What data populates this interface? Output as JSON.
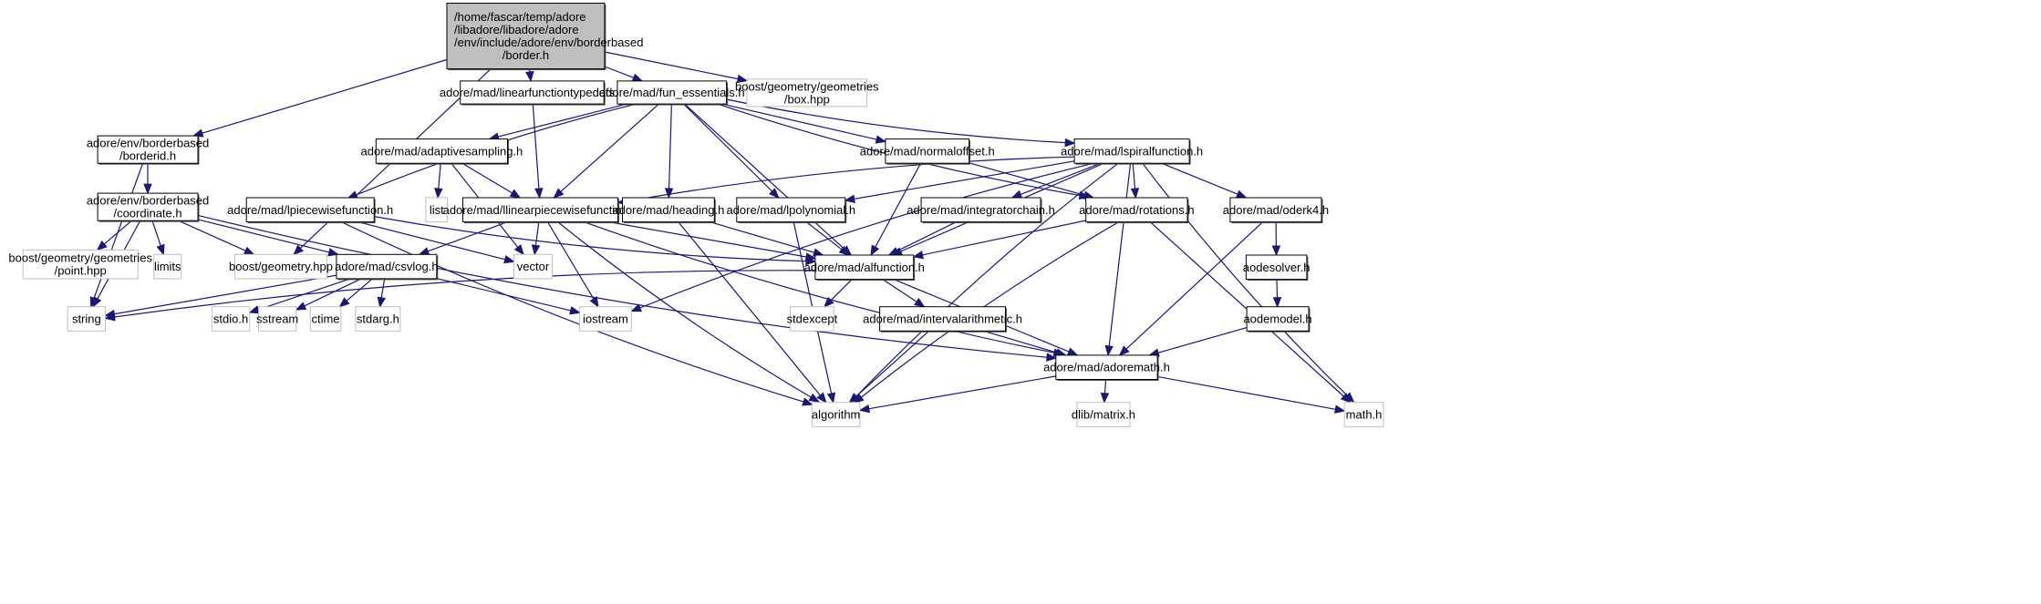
{
  "title": "Include dependency graph for border.h",
  "colors": {
    "edge": "#191970",
    "root_fill": "#bfbfbf",
    "local_border": "#000000",
    "system_border": "#bfbfbf"
  },
  "nodes": [
    {
      "id": "border",
      "kind": "root",
      "lines": [
        "/home/fascar/temp/adore",
        "/libadore/libadore/adore",
        "/env/include/adore/env/borderbased",
        "/border.h"
      ]
    },
    {
      "id": "linearfunctiontypedefs",
      "kind": "local",
      "lines": [
        "adore/mad/linearfunctiontypedefs.h"
      ]
    },
    {
      "id": "fun_essentials",
      "kind": "local",
      "lines": [
        "adore/mad/fun_essentials.h"
      ]
    },
    {
      "id": "box",
      "kind": "sys",
      "lines": [
        "boost/geometry/geometries",
        "/box.hpp"
      ]
    },
    {
      "id": "borderid",
      "kind": "local",
      "lines": [
        "adore/env/borderbased",
        "/borderid.h"
      ]
    },
    {
      "id": "adaptivesampling",
      "kind": "local",
      "lines": [
        "adore/mad/adaptivesampling.h"
      ]
    },
    {
      "id": "normaloffset",
      "kind": "local",
      "lines": [
        "adore/mad/normaloffset.h"
      ]
    },
    {
      "id": "lspiralfunction",
      "kind": "local",
      "lines": [
        "adore/mad/lspiralfunction.h"
      ]
    },
    {
      "id": "coordinate",
      "kind": "local",
      "lines": [
        "adore/env/borderbased",
        "/coordinate.h"
      ]
    },
    {
      "id": "lpiecewisefunction",
      "kind": "local",
      "lines": [
        "adore/mad/lpiecewisefunction.h"
      ]
    },
    {
      "id": "list",
      "kind": "sys",
      "lines": [
        "list"
      ]
    },
    {
      "id": "llinearpiecewisefunction",
      "kind": "local",
      "lines": [
        "adore/mad/llinearpiecewisefunction.h"
      ]
    },
    {
      "id": "heading",
      "kind": "local",
      "lines": [
        "adore/mad/heading.h"
      ]
    },
    {
      "id": "lpolynomial",
      "kind": "local",
      "lines": [
        "adore/mad/lpolynomial.h"
      ]
    },
    {
      "id": "integratorchain",
      "kind": "local",
      "lines": [
        "adore/mad/integratorchain.h"
      ]
    },
    {
      "id": "rotations",
      "kind": "local",
      "lines": [
        "adore/mad/rotations.h"
      ]
    },
    {
      "id": "oderk4",
      "kind": "local",
      "lines": [
        "adore/mad/oderk4.h"
      ]
    },
    {
      "id": "point",
      "kind": "sys",
      "lines": [
        "boost/geometry/geometries",
        "/point.hpp"
      ]
    },
    {
      "id": "limits",
      "kind": "sys",
      "lines": [
        "limits"
      ]
    },
    {
      "id": "geometry",
      "kind": "sys",
      "lines": [
        "boost/geometry.hpp"
      ]
    },
    {
      "id": "csvlog",
      "kind": "local",
      "lines": [
        "adore/mad/csvlog.h"
      ]
    },
    {
      "id": "vector",
      "kind": "sys",
      "lines": [
        "vector"
      ]
    },
    {
      "id": "alfunction",
      "kind": "local",
      "lines": [
        "adore/mad/alfunction.h"
      ]
    },
    {
      "id": "aodesolver",
      "kind": "local",
      "lines": [
        "aodesolver.h"
      ]
    },
    {
      "id": "string",
      "kind": "sys",
      "lines": [
        "string"
      ]
    },
    {
      "id": "stdio",
      "kind": "sys",
      "lines": [
        "stdio.h"
      ]
    },
    {
      "id": "sstream",
      "kind": "sys",
      "lines": [
        "sstream"
      ]
    },
    {
      "id": "ctime",
      "kind": "sys",
      "lines": [
        "ctime"
      ]
    },
    {
      "id": "stdarg",
      "kind": "sys",
      "lines": [
        "stdarg.h"
      ]
    },
    {
      "id": "iostream",
      "kind": "sys",
      "lines": [
        "iostream"
      ]
    },
    {
      "id": "stdexcept",
      "kind": "sys",
      "lines": [
        "stdexcept"
      ]
    },
    {
      "id": "intervalarithmetic",
      "kind": "local",
      "lines": [
        "adore/mad/intervalarithmetic.h"
      ]
    },
    {
      "id": "aodemodel",
      "kind": "local",
      "lines": [
        "aodemodel.h"
      ]
    },
    {
      "id": "adoremath",
      "kind": "local",
      "lines": [
        "adore/mad/adoremath.h"
      ]
    },
    {
      "id": "algorithm",
      "kind": "sys",
      "lines": [
        "algorithm"
      ]
    },
    {
      "id": "matrix",
      "kind": "sys",
      "lines": [
        "dlib/matrix.h"
      ]
    },
    {
      "id": "math",
      "kind": "sys",
      "lines": [
        "math.h"
      ]
    }
  ],
  "edges": [
    [
      "border",
      "borderid"
    ],
    [
      "border",
      "geometry"
    ],
    [
      "border",
      "linearfunctiontypedefs"
    ],
    [
      "border",
      "fun_essentials"
    ],
    [
      "border",
      "box"
    ],
    [
      "linearfunctiontypedefs",
      "llinearpiecewisefunction"
    ],
    [
      "fun_essentials",
      "adaptivesampling"
    ],
    [
      "fun_essentials",
      "lpiecewisefunction"
    ],
    [
      "fun_essentials",
      "llinearpiecewisefunction"
    ],
    [
      "fun_essentials",
      "heading"
    ],
    [
      "fun_essentials",
      "lpolynomial"
    ],
    [
      "fun_essentials",
      "alfunction"
    ],
    [
      "fun_essentials",
      "normaloffset"
    ],
    [
      "fun_essentials",
      "lspiralfunction"
    ],
    [
      "fun_essentials",
      "rotations"
    ],
    [
      "borderid",
      "coordinate"
    ],
    [
      "borderid",
      "string"
    ],
    [
      "coordinate",
      "point"
    ],
    [
      "coordinate",
      "limits"
    ],
    [
      "coordinate",
      "geometry"
    ],
    [
      "coordinate",
      "csvlog"
    ],
    [
      "coordinate",
      "string"
    ],
    [
      "coordinate",
      "adoremath"
    ],
    [
      "adaptivesampling",
      "list"
    ],
    [
      "adaptivesampling",
      "llinearpiecewisefunction"
    ],
    [
      "adaptivesampling",
      "vector"
    ],
    [
      "lpiecewisefunction",
      "vector"
    ],
    [
      "lpiecewisefunction",
      "alfunction"
    ],
    [
      "lpiecewisefunction",
      "algorithm"
    ],
    [
      "llinearpiecewisefunction",
      "csvlog"
    ],
    [
      "llinearpiecewisefunction",
      "vector"
    ],
    [
      "llinearpiecewisefunction",
      "iostream"
    ],
    [
      "llinearpiecewisefunction",
      "alfunction"
    ],
    [
      "llinearpiecewisefunction",
      "adoremath"
    ],
    [
      "llinearpiecewisefunction",
      "algorithm"
    ],
    [
      "heading",
      "alfunction"
    ],
    [
      "heading",
      "algorithm"
    ],
    [
      "lpolynomial",
      "alfunction"
    ],
    [
      "lpolynomial",
      "algorithm"
    ],
    [
      "normaloffset",
      "alfunction"
    ],
    [
      "normaloffset",
      "rotations"
    ],
    [
      "lspiralfunction",
      "llinearpiecewisefunction"
    ],
    [
      "lspiralfunction",
      "lpolynomial"
    ],
    [
      "lspiralfunction",
      "integratorchain"
    ],
    [
      "lspiralfunction",
      "rotations"
    ],
    [
      "lspiralfunction",
      "oderk4"
    ],
    [
      "lspiralfunction",
      "alfunction"
    ],
    [
      "lspiralfunction",
      "iostream"
    ],
    [
      "lspiralfunction",
      "adoremath"
    ],
    [
      "lspiralfunction",
      "algorithm"
    ],
    [
      "lspiralfunction",
      "math"
    ],
    [
      "integratorchain",
      "alfunction"
    ],
    [
      "rotations",
      "alfunction"
    ],
    [
      "rotations",
      "algorithm"
    ],
    [
      "rotations",
      "math"
    ],
    [
      "oderk4",
      "aodesolver"
    ],
    [
      "oderk4",
      "adoremath"
    ],
    [
      "csvlog",
      "string"
    ],
    [
      "csvlog",
      "stdio"
    ],
    [
      "csvlog",
      "sstream"
    ],
    [
      "csvlog",
      "ctime"
    ],
    [
      "csvlog",
      "stdarg"
    ],
    [
      "csvlog",
      "iostream"
    ],
    [
      "alfunction",
      "string"
    ],
    [
      "alfunction",
      "stdexcept"
    ],
    [
      "alfunction",
      "intervalarithmetic"
    ],
    [
      "alfunction",
      "adoremath"
    ],
    [
      "aodesolver",
      "aodemodel"
    ],
    [
      "aodemodel",
      "adoremath"
    ],
    [
      "intervalarithmetic",
      "algorithm"
    ],
    [
      "intervalarithmetic",
      "adoremath"
    ],
    [
      "adoremath",
      "algorithm"
    ],
    [
      "adoremath",
      "matrix"
    ],
    [
      "adoremath",
      "math"
    ]
  ]
}
